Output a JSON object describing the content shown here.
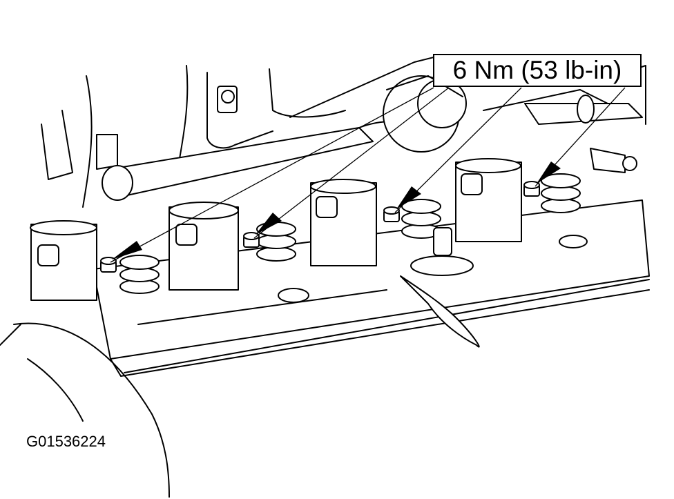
{
  "callout": {
    "torque_label": "6 Nm (53 lb-in)"
  },
  "figure": {
    "id_label": "G01536224"
  },
  "colors": {
    "ink": "#000000",
    "paper": "#ffffff"
  },
  "parts": [
    "ignition-coil",
    "coil-retaining-bolt",
    "fuel-rail",
    "valve-cover",
    "intake-manifold"
  ]
}
